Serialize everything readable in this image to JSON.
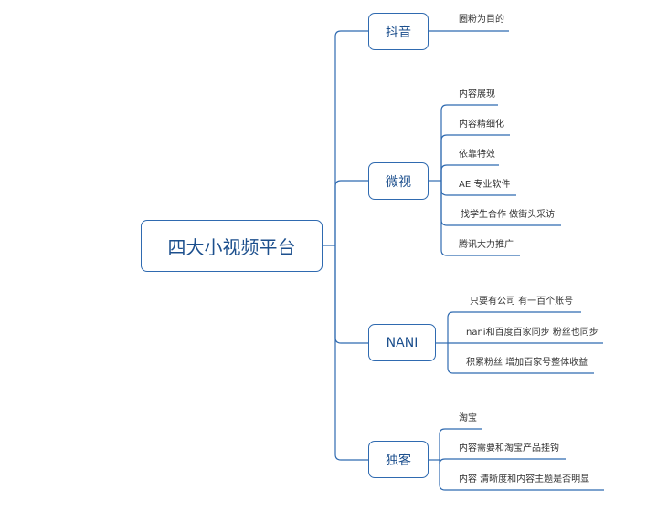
{
  "root": "四大小视频平台",
  "branches": [
    {
      "label": "抖音",
      "leaves": [
        "圈粉为目的"
      ]
    },
    {
      "label": "微视",
      "leaves": [
        "内容展现",
        "内容精细化",
        "依靠特效",
        "AE 专业软件",
        "找学生合作 做街头采访",
        "腾讯大力推广"
      ]
    },
    {
      "label": "NANI",
      "leaves": [
        "只要有公司 有一百个账号",
        "nani和百度百家同步 粉丝也同步",
        "积累粉丝 增加百家号整体收益"
      ]
    },
    {
      "label": "独客",
      "leaves": [
        "淘宝",
        "内容需要和淘宝产品挂钩",
        "内容 清晰度和内容主题是否明显"
      ]
    }
  ],
  "colors": {
    "line": "#2f6ab0",
    "text_dark": "#1c4f8d"
  }
}
